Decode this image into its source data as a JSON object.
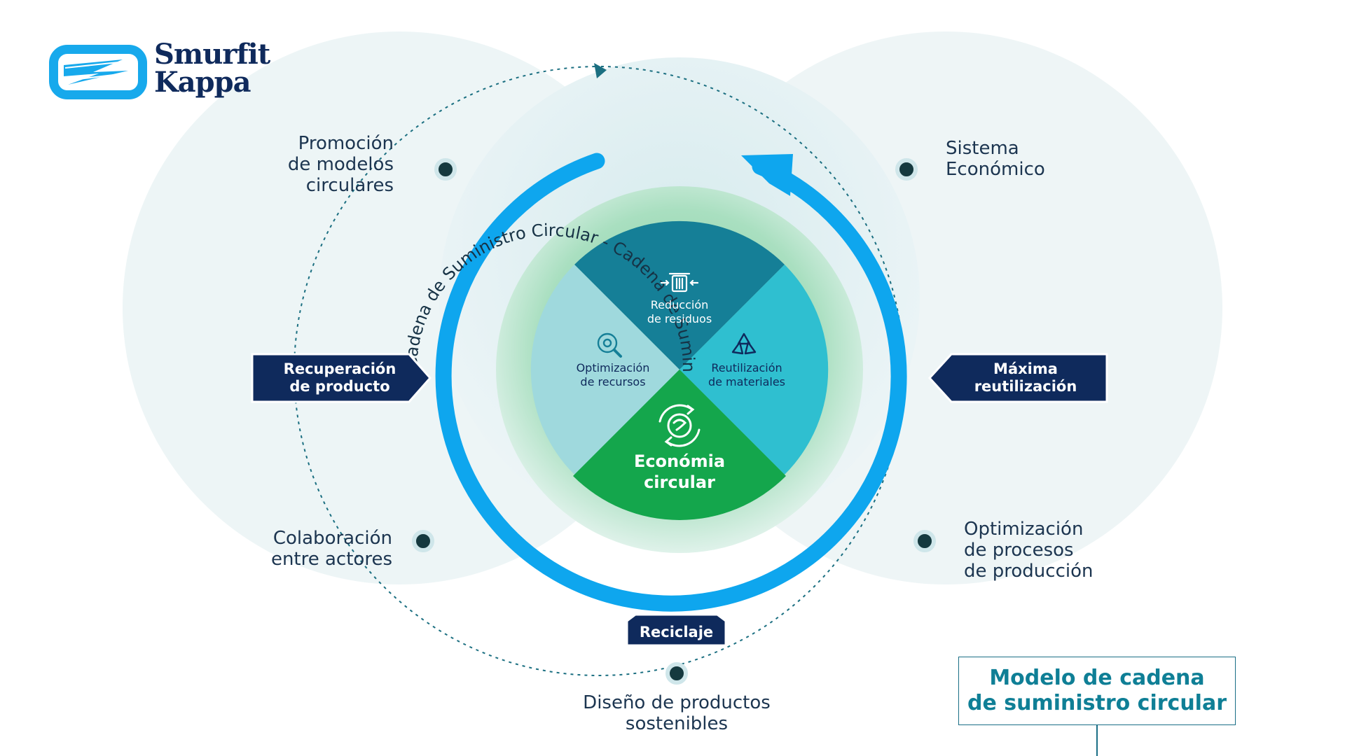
{
  "brand": {
    "line1": "Smurfit",
    "line2": "Kappa"
  },
  "outer_labels": {
    "promocion": [
      "Promoción",
      "de modelos",
      "circulares"
    ],
    "sistema": [
      "Sistema",
      "Económico"
    ],
    "colaboracion": [
      "Colaboración",
      "entre actores"
    ],
    "optimizacion_procesos": [
      "Optimización",
      "de procesos",
      "de producción"
    ],
    "diseno": [
      "Diseño de productos",
      "sostenibles"
    ]
  },
  "tags": {
    "recuperacion": [
      "Recuperación",
      "de producto"
    ],
    "maxima": [
      "Máxima",
      "reutilización"
    ],
    "reciclaje": "Reciclaje"
  },
  "ring_text": "Cadena de Suministro Circular  -  Cadena de Suministro Circular",
  "quadrants": {
    "reduccion": [
      "Reducción",
      "de residuos"
    ],
    "optimizacion_recursos": [
      "Optimización",
      "de recursos"
    ],
    "reutilizacion": [
      "Reutilización",
      "de materiales"
    ],
    "economia": [
      "Económia",
      "circular"
    ]
  },
  "icons": {
    "reduccion": "trash-compress-icon",
    "optimizacion_recursos": "magnifier-gear-icon",
    "reutilizacion": "recycle-icon",
    "economia": "circular-arrows-icon"
  },
  "title": [
    "Modelo de cadena",
    "de suministro circular"
  ],
  "colors": {
    "navy": "#0f2a5c",
    "blue_arrow": "#0ea6ee",
    "teal_dark": "#0f7f96",
    "teal_mid": "#2fbfd0",
    "teal_light": "#9fd9dd",
    "green": "#14a64c",
    "dot": "#15393f",
    "bg_circle": "#e6f1f3"
  }
}
